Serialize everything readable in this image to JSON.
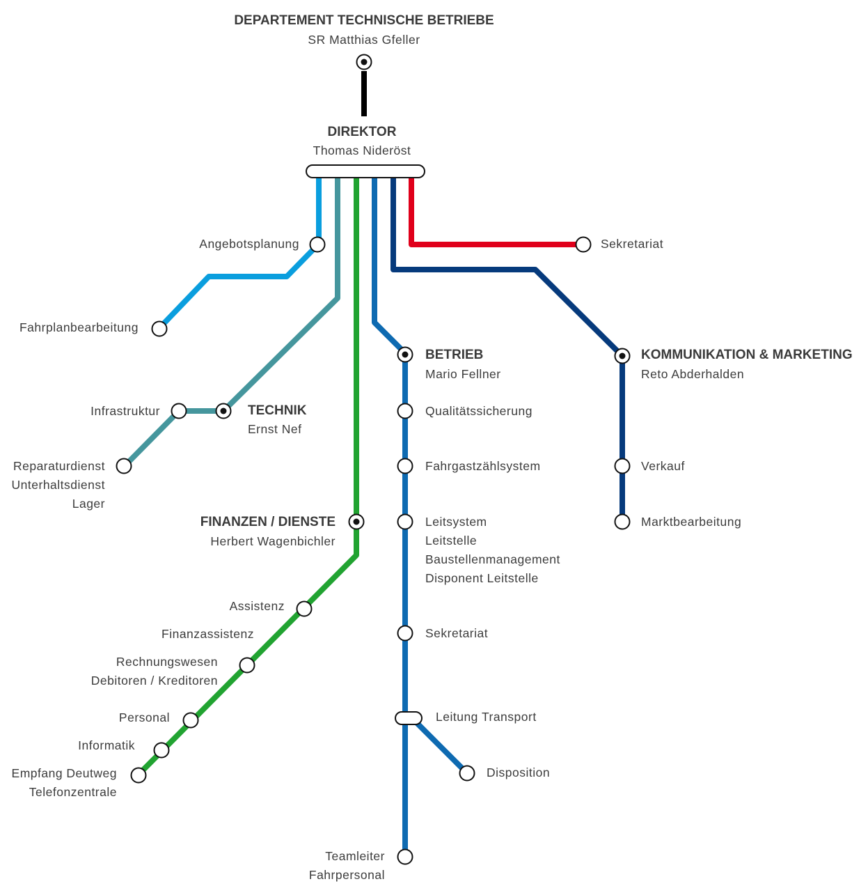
{
  "colors": {
    "black": "#000000",
    "light_blue": "#0a9ede",
    "teal": "#45969d",
    "green": "#21a331",
    "mid_blue": "#0e6ab1",
    "navy": "#063a7c",
    "red": "#e0001b"
  },
  "header": {
    "title": "DEPARTEMENT TECHNISCHE BETRIEBE",
    "subtitle": "SR Matthias Gfeller"
  },
  "director": {
    "title": "DIREKTOR",
    "name": "Thomas Nideröst"
  },
  "branches": {
    "light_blue": {
      "angebotsplanung": "Angebotsplanung",
      "fahrplanbearbeitung": "Fahrplanbearbeitung"
    },
    "teal": {
      "head_title": "TECHNIK",
      "head_name": "Ernst Nef",
      "infrastruktur": "Infrastruktur",
      "reparatur_lines": [
        "Reparaturdienst",
        "Unterhaltsdienst",
        "Lager"
      ]
    },
    "green": {
      "head_title": "FINANZEN / DIENSTE",
      "head_name": "Herbert Wagenbichler",
      "assistenz": "Assistenz",
      "finanzassistenz": "Finanzassistenz",
      "rechnungswesen_lines": [
        "Rechnungswesen",
        "Debitoren / Kreditoren"
      ],
      "personal": "Personal",
      "informatik": "Informatik",
      "empfang_lines": [
        "Empfang Deutweg",
        "Telefonzentrale"
      ]
    },
    "mid_blue": {
      "head_title": "BETRIEB",
      "head_name": "Mario Fellner",
      "qualitaet": "Qualitätssicherung",
      "fahrgast": "Fahrgastzählsystem",
      "leitsystem_lines": [
        "Leitsystem",
        "Leitstelle",
        "Baustellenmanagement",
        "Disponent Leitstelle"
      ],
      "sekretariat": "Sekretariat",
      "leitung_transport": "Leitung Transport",
      "disposition": "Disposition",
      "teamleiter_lines": [
        "Teamleiter",
        "Fahrpersonal"
      ]
    },
    "navy": {
      "head_title": "KOMMUNIKATION & MARKETING",
      "head_name": "Reto Abderhalden",
      "verkauf": "Verkauf",
      "marktbearbeitung": "Marktbearbeitung"
    },
    "red": {
      "sekretariat": "Sekretariat"
    }
  }
}
